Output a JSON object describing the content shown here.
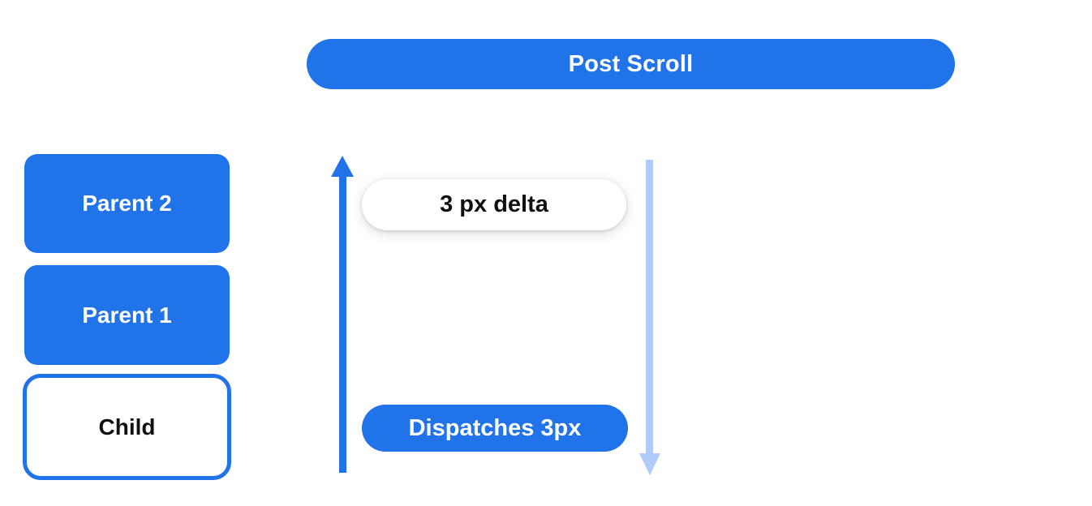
{
  "diagram": {
    "title_pill": {
      "label": "Post Scroll"
    },
    "stack": [
      {
        "label": "Parent 2",
        "variant": "filled"
      },
      {
        "label": "Parent 1",
        "variant": "filled"
      },
      {
        "label": "Child",
        "variant": "outlined"
      }
    ],
    "delta_pill": {
      "label": "3 px delta"
    },
    "dispatch_pill": {
      "label": "Dispatches 3px"
    },
    "arrows": [
      {
        "name": "up-arrow",
        "direction": "up",
        "color": "#2173e9"
      },
      {
        "name": "down-arrow",
        "direction": "down",
        "color": "#aecbfa"
      }
    ]
  },
  "colors": {
    "primary_blue": "#2173e9",
    "light_blue": "#aecbfa",
    "text_dark": "#111111",
    "bg": "#ffffff"
  }
}
